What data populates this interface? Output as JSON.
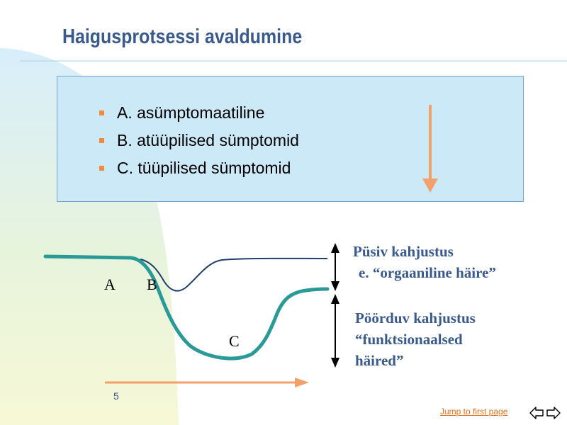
{
  "slide": {
    "title": "Haigusprotsessi avaldumine",
    "page_number": "5",
    "jump_link": "Jump to first page"
  },
  "bullets": [
    {
      "text": "A. asümptomaatiline"
    },
    {
      "text": "B. atüüpilised sümptomid"
    },
    {
      "text": "C. tüüpilised sümptomid"
    }
  ],
  "diagram": {
    "labels": {
      "a": "A",
      "b": "B",
      "c": "C"
    },
    "permanent": [
      "Püsiv kahjustus",
      "e. “orgaaniline häire”"
    ],
    "reversible": [
      "Pöörduv kahjustus",
      "“funktsionaalsed",
      "häired”"
    ]
  },
  "icons": {
    "bullet": "square-bullet-icon",
    "down_arrow": "down-arrow-icon",
    "time_arrow": "right-arrow-icon",
    "nav": "prev-next-arrows-icon"
  },
  "colors": {
    "title": "#3a5a8c",
    "bullet_box": "#cce9f8",
    "bullet_square": "#f08a3c",
    "orange_arrow": "#f4a06a",
    "teal_curve": "#2a9a98",
    "dark_curve": "#1e3f6e",
    "link": "#e0701c",
    "note_text": "#3a5a8c"
  }
}
